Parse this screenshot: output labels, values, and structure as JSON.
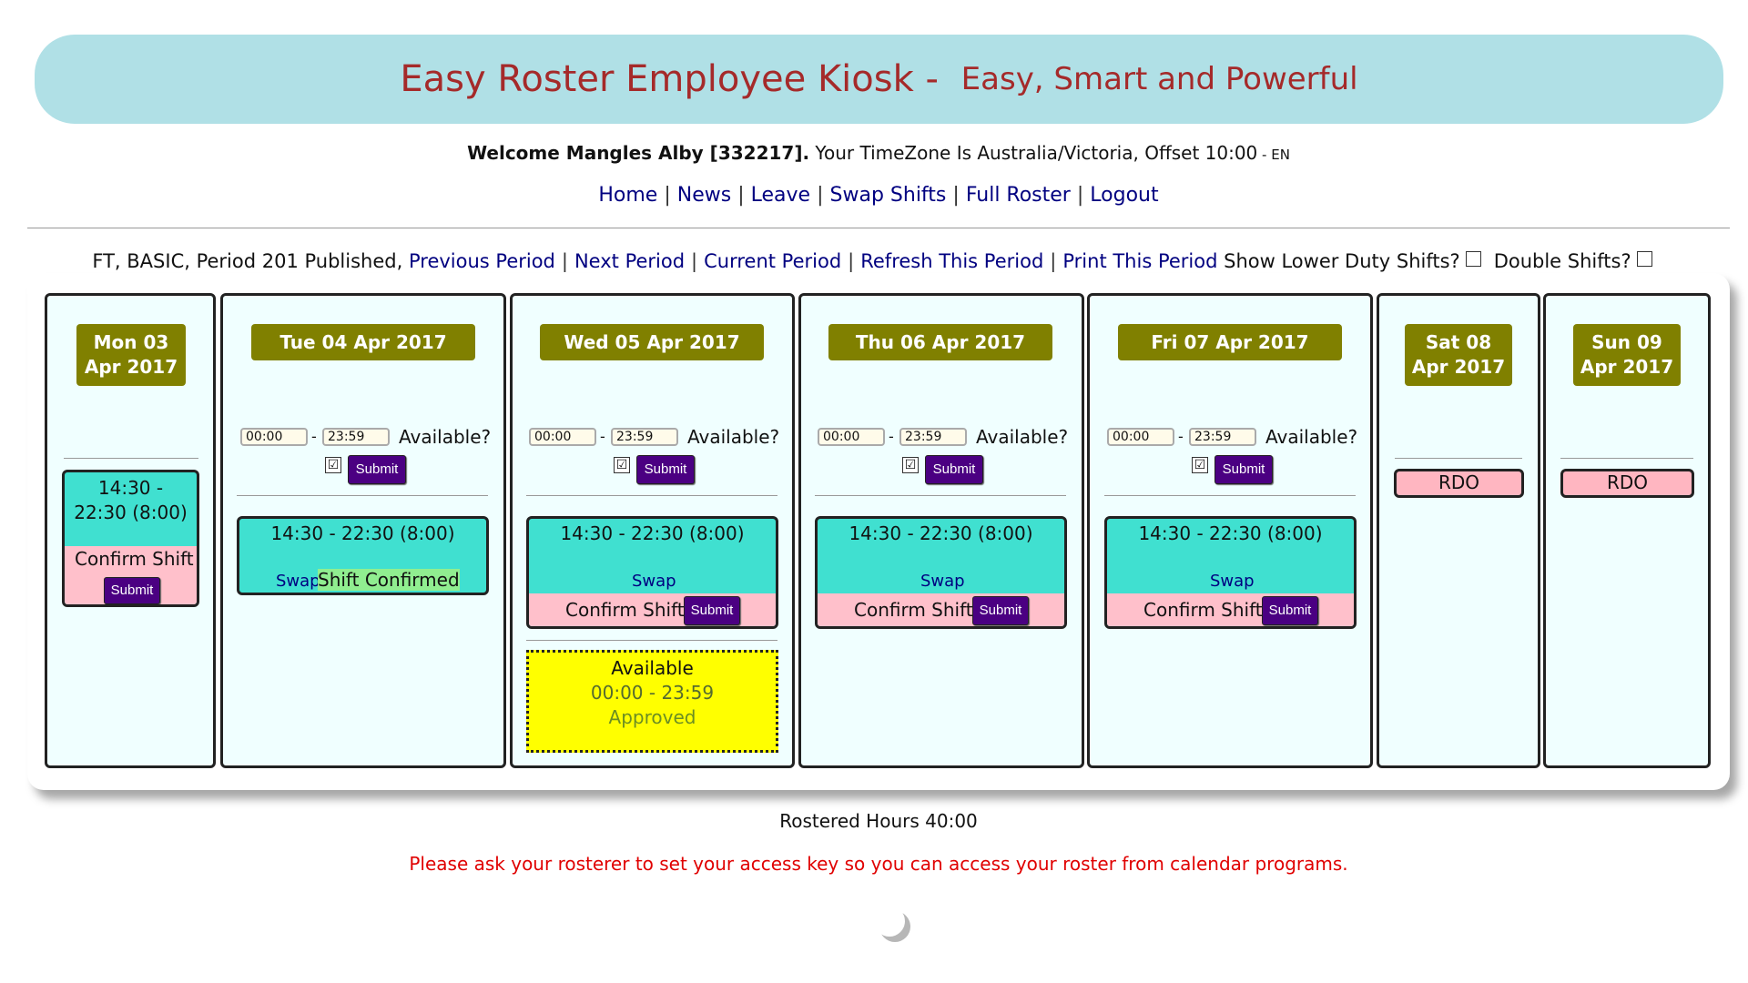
{
  "header": {
    "title": "Easy Roster Employee Kiosk",
    "separator": " - ",
    "tagline": "Easy, Smart and Powerful"
  },
  "welcome": {
    "greeting": "Welcome Mangles Alby [332217].",
    "timezone": " Your TimeZone Is Australia/Victoria, Offset 10:00",
    "lang": " - EN"
  },
  "nav": [
    "Home",
    "News",
    "Leave",
    "Swap Shifts",
    "Full Roster",
    "Logout"
  ],
  "period": {
    "status": "FT, BASIC, Period 201 Published,",
    "links": [
      "Previous Period",
      "Next Period",
      "Current Period",
      "Refresh This Period",
      "Print This Period"
    ],
    "show_lower_label": "Show Lower Duty Shifts?",
    "double_label": "Double Shifts?"
  },
  "days": [
    {
      "label": "Mon 03 Apr 2017"
    },
    {
      "label": "Tue 04 Apr 2017"
    },
    {
      "label": "Wed 05 Apr 2017"
    },
    {
      "label": "Thu 06 Apr 2017"
    },
    {
      "label": "Fri 07 Apr 2017"
    },
    {
      "label": "Sat 08 Apr 2017"
    },
    {
      "label": "Sun 09 Apr 2017"
    }
  ],
  "availability": {
    "from": "00:00",
    "to": "23:59",
    "dash": "-",
    "label": "Available?",
    "submit": "Submit",
    "check": "☑"
  },
  "shift": {
    "time": "14:30 - 22:30 (8:00)",
    "confirm_label": "Confirm Shift",
    "submit": "Submit",
    "swap": "Swap",
    "confirmed": "Shift Confirmed"
  },
  "rdo": "RDO",
  "available_block": {
    "title": "Available",
    "time": "00:00 - 23:59",
    "status": "Approved"
  },
  "footer": {
    "hours": "Rostered Hours 40:00",
    "message": "Please ask your rosterer to set your access key so you can access your roster from calendar programs."
  },
  "colors": {
    "banner": "#b0e0e6",
    "title": "#a52a2a",
    "day_header": "#808000",
    "shift": "#40e0d0",
    "confirm": "#ffc0cb",
    "button": "#4b0082",
    "column": "#f0ffff",
    "available": "#ffff00",
    "link": "#000080",
    "warning": "#e00000"
  }
}
